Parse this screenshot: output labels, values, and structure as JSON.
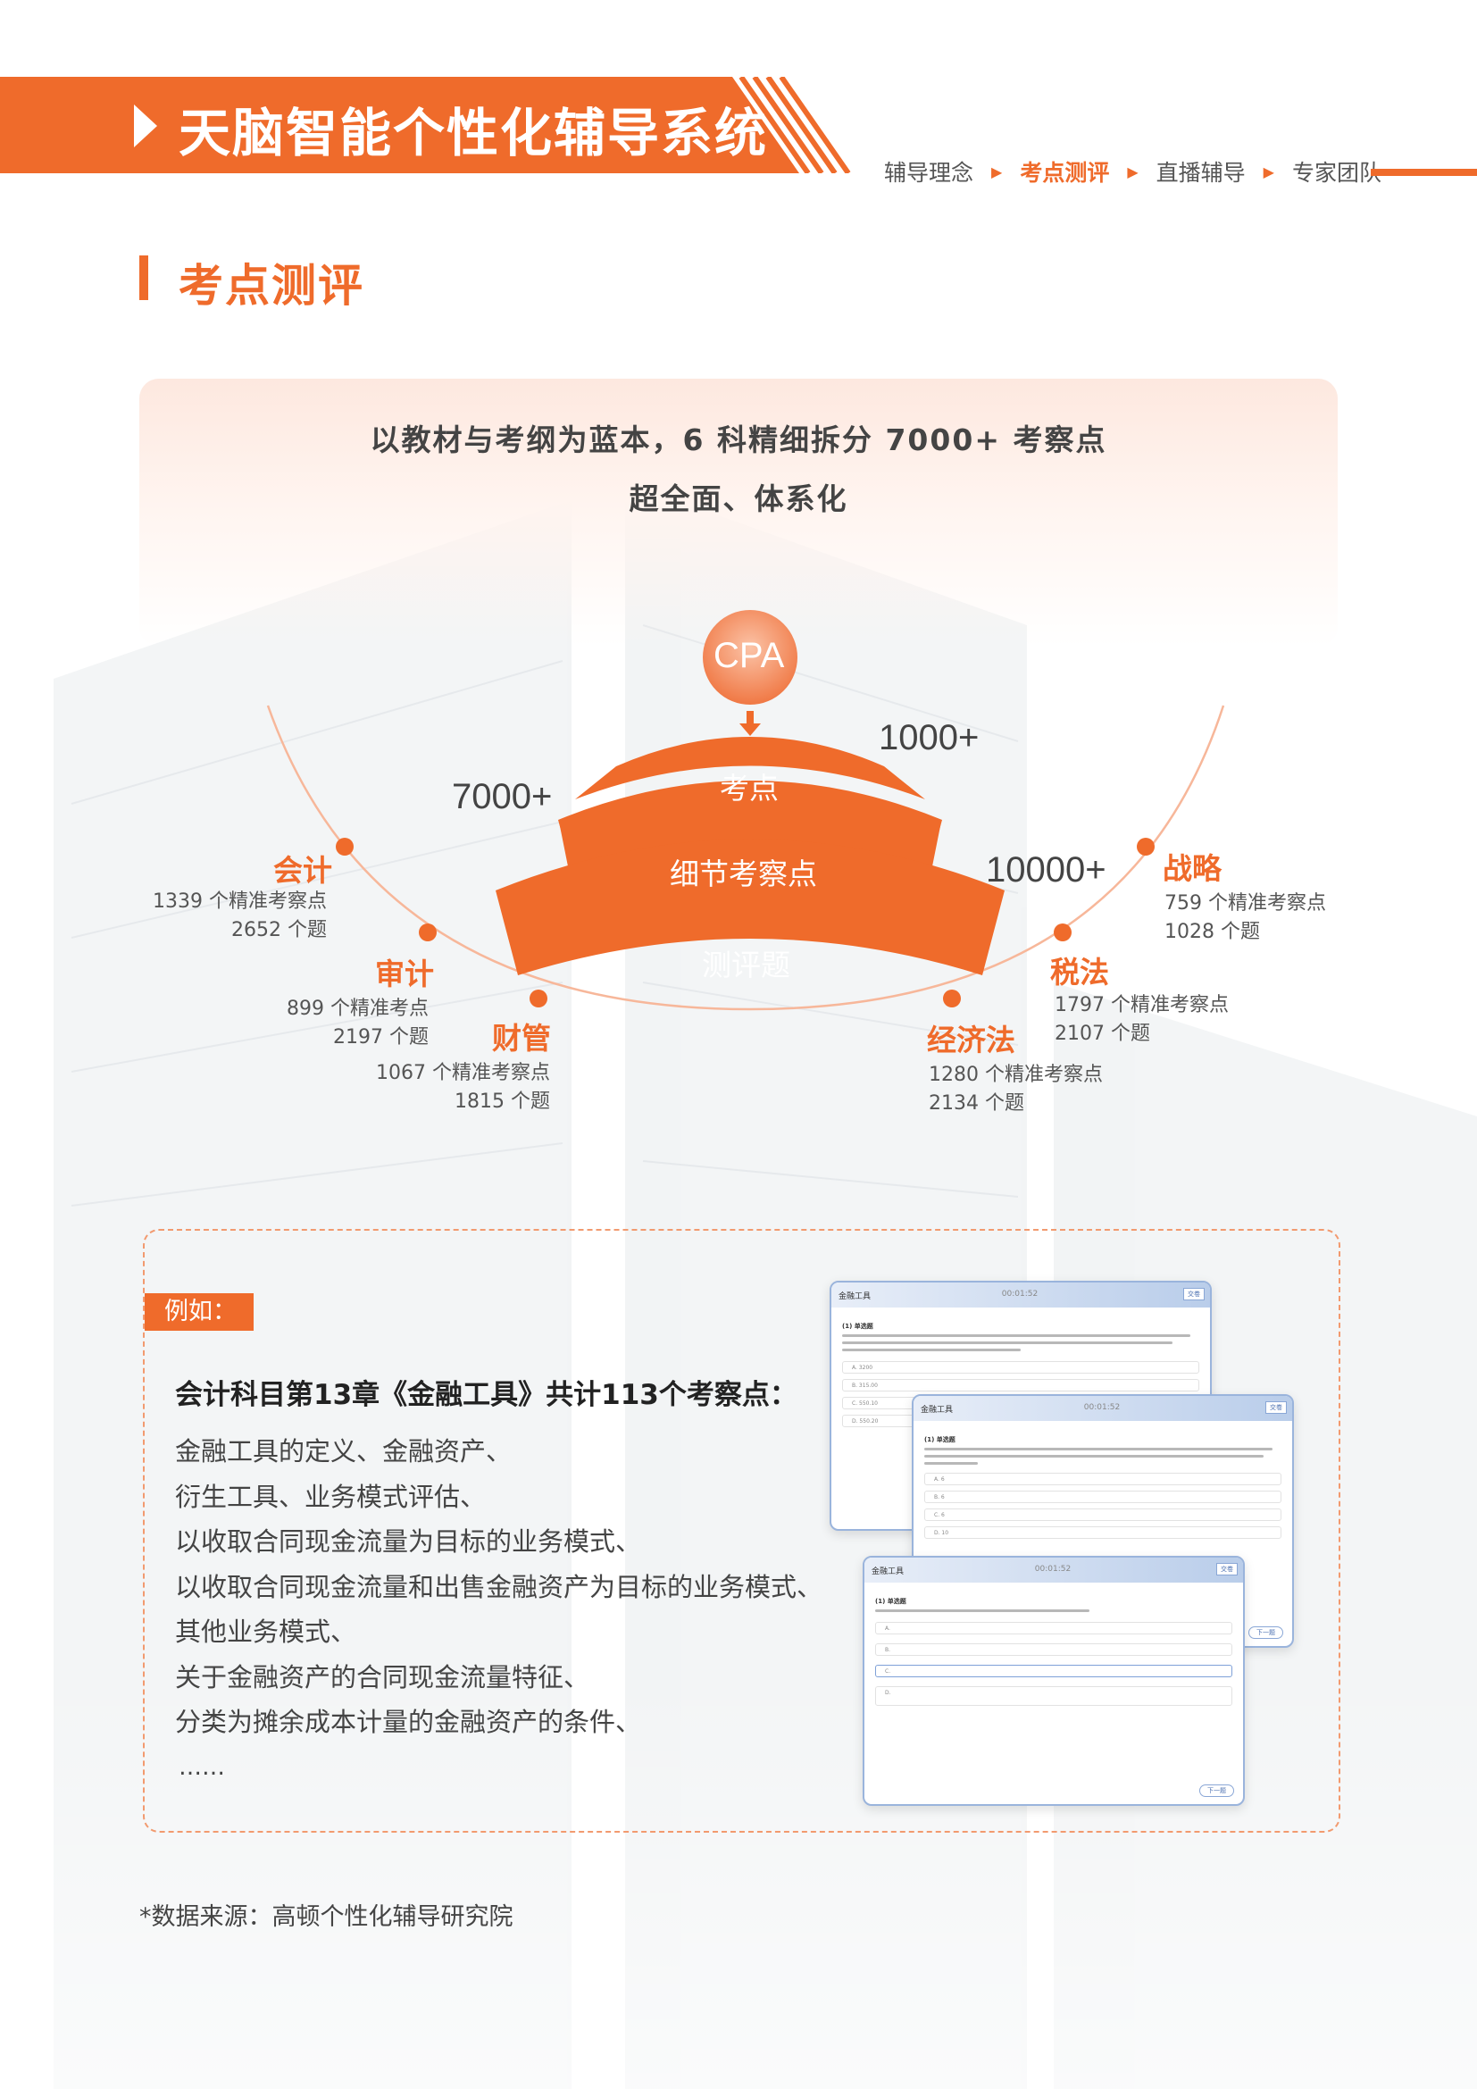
{
  "header": {
    "title": "天脑智能个性化辅导系统",
    "nav": [
      {
        "label": "辅导理念",
        "active": false
      },
      {
        "label": "考点测评",
        "active": true
      },
      {
        "label": "直播辅导",
        "active": false
      },
      {
        "label": "专家团队",
        "active": false
      }
    ],
    "accent_color": "#ef6b2b"
  },
  "section": {
    "title": "考点测评"
  },
  "intro": {
    "line1": "以教材与考纲为蓝本，6 科精细拆分 7000+ 考察点",
    "line2": "超全面、体系化"
  },
  "diagram": {
    "root": "CPA",
    "levels": [
      {
        "label": "考点",
        "count": "1000+"
      },
      {
        "label": "细节考察点",
        "count": "7000+"
      },
      {
        "label": "测评题",
        "count": "10000+"
      }
    ],
    "subjects": [
      {
        "name": "会计",
        "points": "1339 个精准考察点",
        "questions": "2652 个题"
      },
      {
        "name": "审计",
        "points": "899 个精准考点",
        "questions": "2197 个题"
      },
      {
        "name": "财管",
        "points": "1067 个精准考察点",
        "questions": "1815 个题"
      },
      {
        "name": "经济法",
        "points": "1280 个精准考察点",
        "questions": "2134 个题"
      },
      {
        "name": "税法",
        "points": "1797 个精准考察点",
        "questions": "2107 个题"
      },
      {
        "name": "战略",
        "points": "759 个精准考察点",
        "questions": "1028 个题"
      }
    ]
  },
  "example": {
    "tag": "例如：",
    "heading": "会计科目第13章《金融工具》共计113个考察点：",
    "items": [
      "金融工具的定义、金融资产、",
      "衍生工具、业务模式评估、",
      "以收取合同现金流量为目标的业务模式、",
      "以收取合同现金流量和出售金融资产为目标的业务模式、",
      "其他业务模式、",
      "关于金融资产的合同现金流量特征、",
      "分类为摊余成本计量的金融资产的条件、"
    ],
    "ellipsis": "……"
  },
  "screens": {
    "title": "金融工具",
    "timer": "00:01:52",
    "submit": "交卷",
    "question_type": "(1) 单选题",
    "next": "下一题",
    "options_a": [
      "A. 3200",
      "B. 315.00",
      "C. 550.10",
      "D. 550.20"
    ],
    "options_b": [
      "A. 6",
      "B. 6",
      "C. 6",
      "D. 10"
    ],
    "options_c": [
      "A.",
      "B.",
      "C.",
      "D."
    ]
  },
  "footnote": "*数据来源：高顿个性化辅导研究院"
}
